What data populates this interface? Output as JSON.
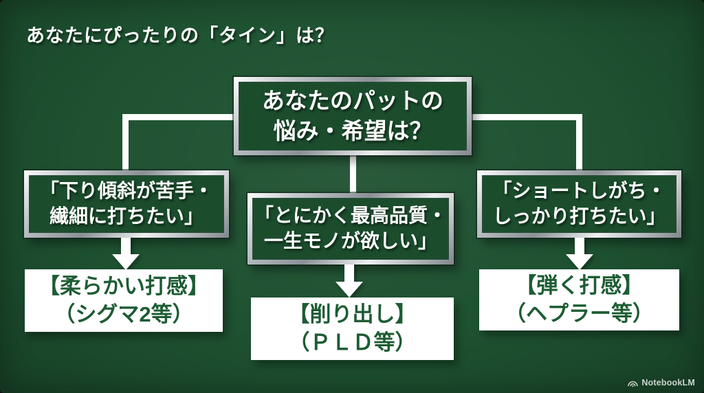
{
  "title": "あなたにぴったりの「タイン」は？",
  "root": {
    "line1": "あなたのパットの",
    "line2": "悩み・希望は？"
  },
  "branches": [
    {
      "cond1": "「下り傾斜が苦手・",
      "cond2": "繊細に打ちたい」",
      "res1": "【柔らかい打感】",
      "res2": "（シグマ2等）"
    },
    {
      "cond1": "「とにかく最高品質・",
      "cond2": "一生モノが欲しい」",
      "res1": "【削り出し】",
      "res2": "（ＰＬＤ等）"
    },
    {
      "cond1": "「ショートしがち・",
      "cond2": "しっかり打ちたい」",
      "res1": "【弾く打感】",
      "res2": "（ヘプラー等）"
    }
  ],
  "watermark": {
    "label": "NotebookLM"
  },
  "colors": {
    "background_green": "#1e5231",
    "box_fill_green": "#1b4d2d",
    "result_text_green": "#1d5c33",
    "text_white": "#ffffff",
    "metal_light": "#fdfdfd",
    "metal_dark": "#7f868b"
  }
}
